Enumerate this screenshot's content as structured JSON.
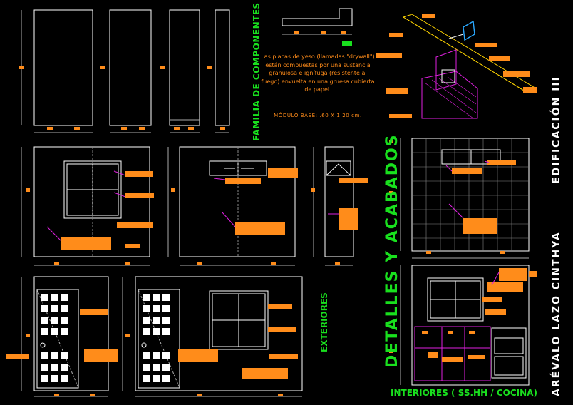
{
  "titles": {
    "familia": "FAMILIA DE COMPONENTES",
    "detalles": "DETALLES Y ACABADOS",
    "exteriores": "EXTERIORES",
    "interiores": "INTERIORES ( SS.HH / COCINA)",
    "edificacion": "EDIFICACIÓN III",
    "autor": "ARÉVALO LAZO CINTHYA"
  },
  "note": {
    "text": "Las placas de yeso (llamadas \"drywall\") están compuestas por una sustancia granulosa e ignífuga (resistente al fuego) envuelta en una gruesa cubierta de papel.",
    "modulo": "MÓDULO BASE: .60 X 1.20 cm."
  },
  "colors": {
    "background": "#000000",
    "line": "#ffffff",
    "label": "#ff8c1a",
    "leader": "#e020e0",
    "title_green": "#19e01e",
    "guide": "#9a9a9a"
  }
}
